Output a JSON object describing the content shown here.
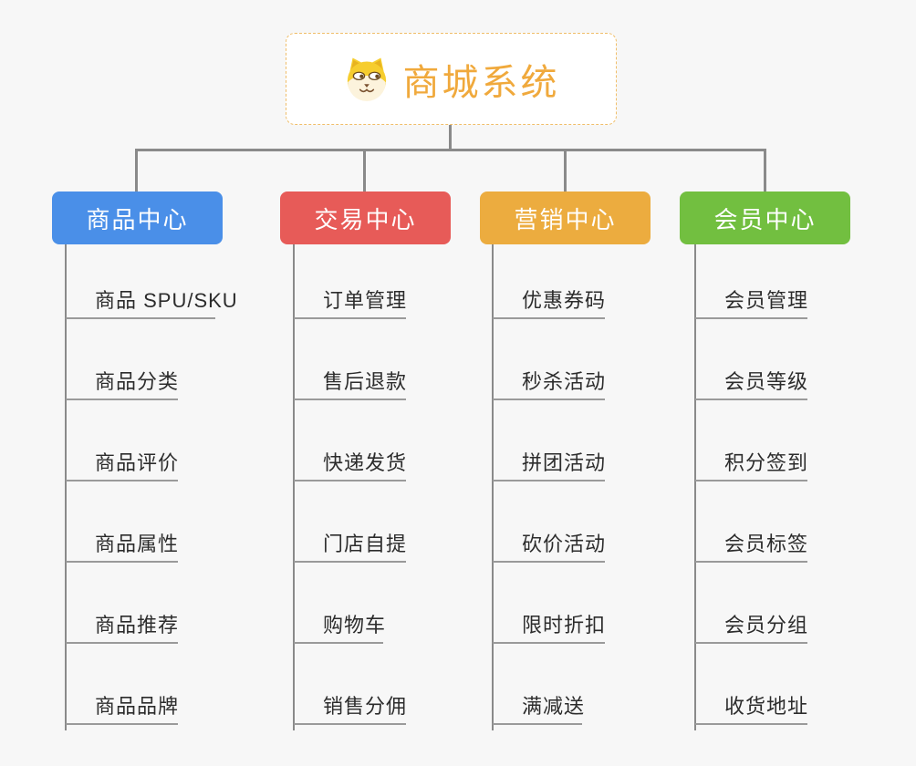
{
  "root": {
    "title": "商城系统",
    "icon": "doge-icon",
    "text_color": "#f0a93c",
    "border_color": "#f0be6a"
  },
  "connector_color": "#8a8a8a",
  "background_color": "#f7f7f7",
  "branches": [
    {
      "label": "商品中心",
      "color": "#4a8fe8",
      "items": [
        "商品 SPU/SKU",
        "商品分类",
        "商品评价",
        "商品属性",
        "商品推荐",
        "商品品牌"
      ]
    },
    {
      "label": "交易中心",
      "color": "#e75b58",
      "items": [
        "订单管理",
        "售后退款",
        "快递发货",
        "门店自提",
        "购物车",
        "销售分佣"
      ]
    },
    {
      "label": "营销中心",
      "color": "#ecac3f",
      "items": [
        "优惠券码",
        "秒杀活动",
        "拼团活动",
        "砍价活动",
        "限时折扣",
        "满减送"
      ]
    },
    {
      "label": "会员中心",
      "color": "#72bf40",
      "items": [
        "会员管理",
        "会员等级",
        "积分签到",
        "会员标签",
        "会员分组",
        "收货地址"
      ]
    }
  ]
}
